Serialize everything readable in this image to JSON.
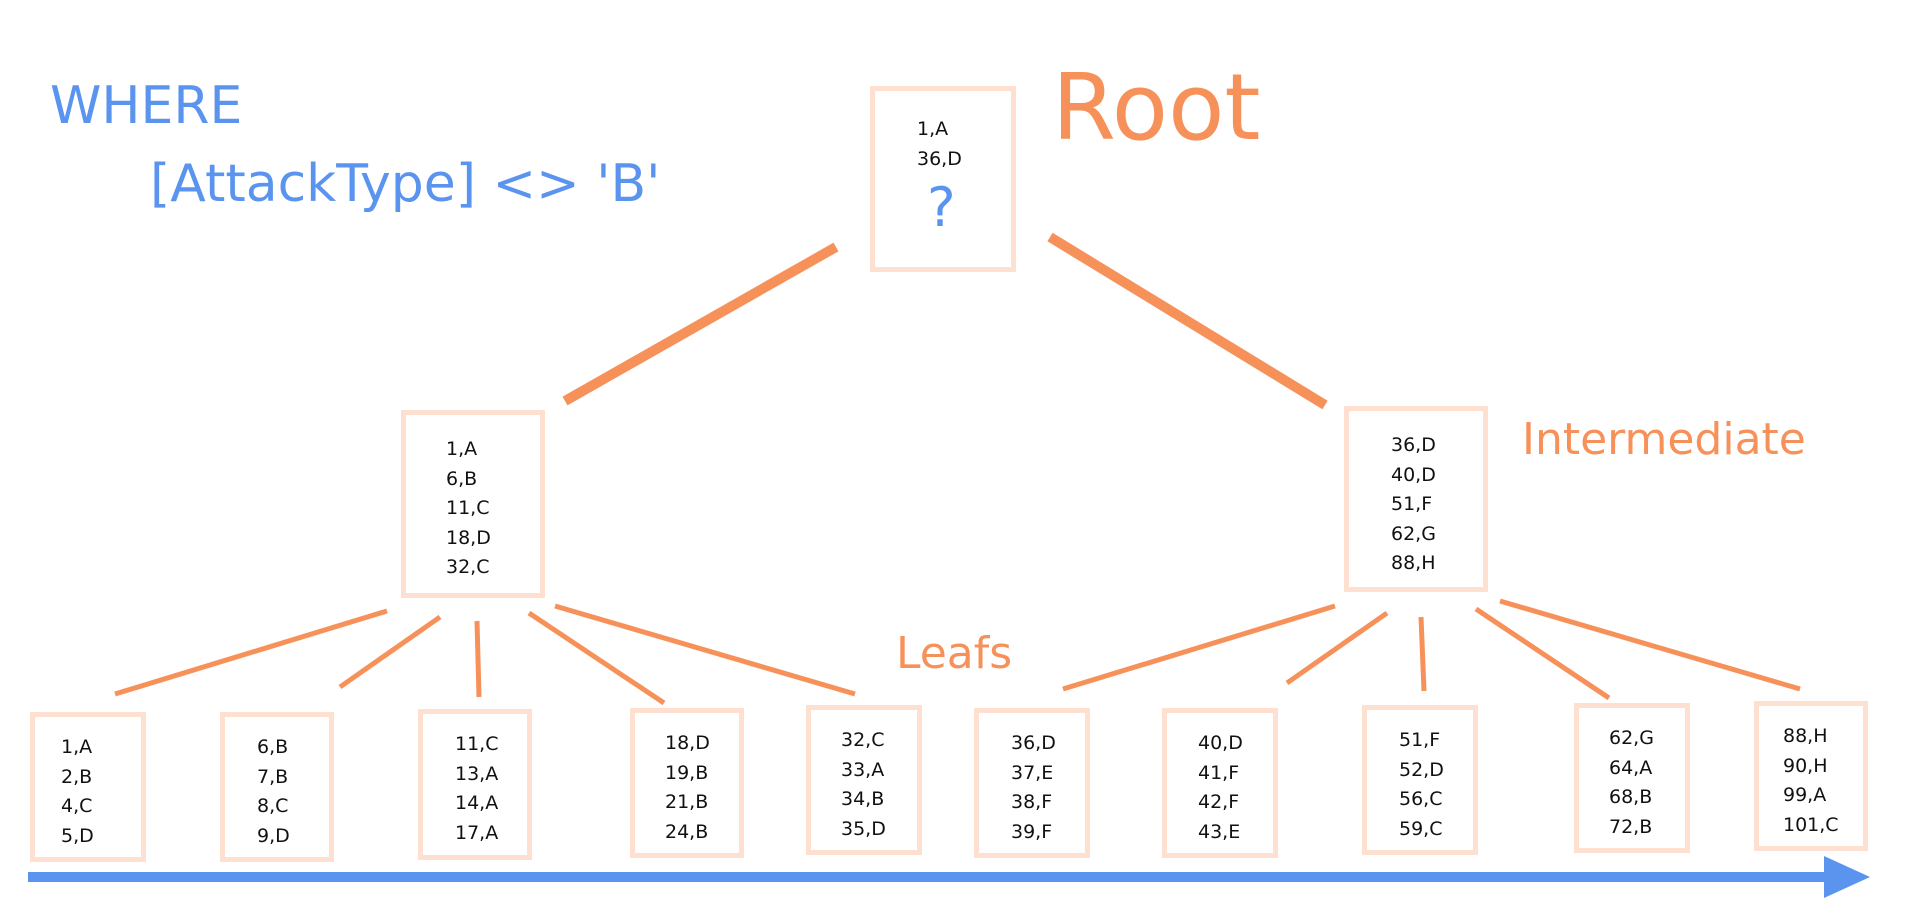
{
  "query": {
    "keyword": "WHERE",
    "predicate": "[AttackType] <> 'B'"
  },
  "labels": {
    "root": "Root",
    "intermediate": "Intermediate",
    "leafs": "Leafs"
  },
  "root": {
    "entries": [
      "1,A",
      "36,D"
    ],
    "unknown": "?"
  },
  "intermediate": [
    {
      "entries": [
        "1,A",
        "6,B",
        "11,C",
        "18,D",
        "32,C"
      ]
    },
    {
      "entries": [
        "36,D",
        "40,D",
        "51,F",
        "62,G",
        "88,H"
      ]
    }
  ],
  "leaves": [
    {
      "entries": [
        "1,A",
        "2,B",
        "4,C",
        "5,D"
      ]
    },
    {
      "entries": [
        "6,B",
        "7,B",
        "8,C",
        "9,D"
      ]
    },
    {
      "entries": [
        "11,C",
        "13,A",
        "14,A",
        "17,A"
      ]
    },
    {
      "entries": [
        "18,D",
        "19,B",
        "21,B",
        "24,B"
      ]
    },
    {
      "entries": [
        "32,C",
        "33,A",
        "34,B",
        "35,D"
      ]
    },
    {
      "entries": [
        "36,D",
        "37,E",
        "38,F",
        "39,F"
      ]
    },
    {
      "entries": [
        "40,D",
        "41,F",
        "42,F",
        "43,E"
      ]
    },
    {
      "entries": [
        "51,F",
        "52,D",
        "56,C",
        "59,C"
      ]
    },
    {
      "entries": [
        "62,G",
        "64,A",
        "68,B",
        "72,B"
      ]
    },
    {
      "entries": [
        "88,H",
        "90,H",
        "99,A",
        "101,C"
      ]
    }
  ],
  "colors": {
    "query_text": "#5b94ee",
    "label_text": "#f7915a",
    "connector": "#f7915a",
    "node_border": "#fde0d0",
    "scan_arrow": "#5b94ee"
  }
}
